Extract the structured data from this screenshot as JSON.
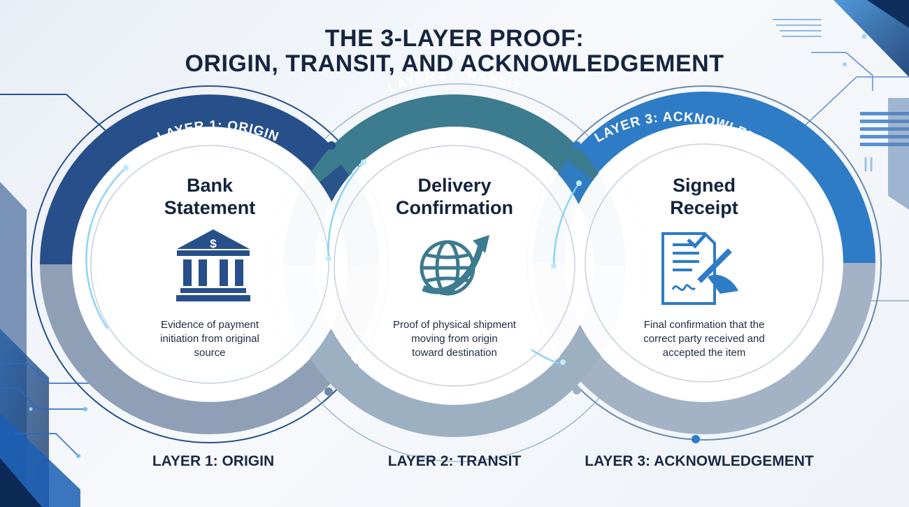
{
  "title": {
    "line1": "THE 3-LAYER PROOF:",
    "line2": "ORIGIN, TRANSIT, AND ACKNOWLEDGEMENT"
  },
  "layers": [
    {
      "arc_label": "LAYER 1: ORIGIN",
      "title_line1": "Bank",
      "title_line2": "Statement",
      "description": [
        "Evidence of payment",
        "initiation from original",
        "source"
      ],
      "bottom_label": "LAYER 1: ORIGIN",
      "icon": "bank-icon",
      "color": "#27508a"
    },
    {
      "arc_label": "LAYER 2: TRANSIT",
      "title_line1": "Delivery",
      "title_line2": "Confirmation",
      "description": [
        "Proof of physical shipment",
        "moving from origin",
        "toward destination"
      ],
      "bottom_label": "LAYER 2: TRANSIT",
      "icon": "globe-arrow-icon",
      "color": "#3d7b8f"
    },
    {
      "arc_label": "LAYER 3: ACKNOWLEDGEMENT",
      "title_line1": "Signed",
      "title_line2": "Receipt",
      "description": [
        "Final confirmation that the",
        "correct party received and",
        "accepted the item"
      ],
      "bottom_label": "LAYER 3: ACKNOWLEDGEMENT",
      "icon": "signed-document-icon",
      "color": "#2e7cc6"
    }
  ],
  "colors": {
    "title": "#16253f",
    "lower_ring": "#8e9fb6",
    "accent_light": "#6ec2f0"
  }
}
